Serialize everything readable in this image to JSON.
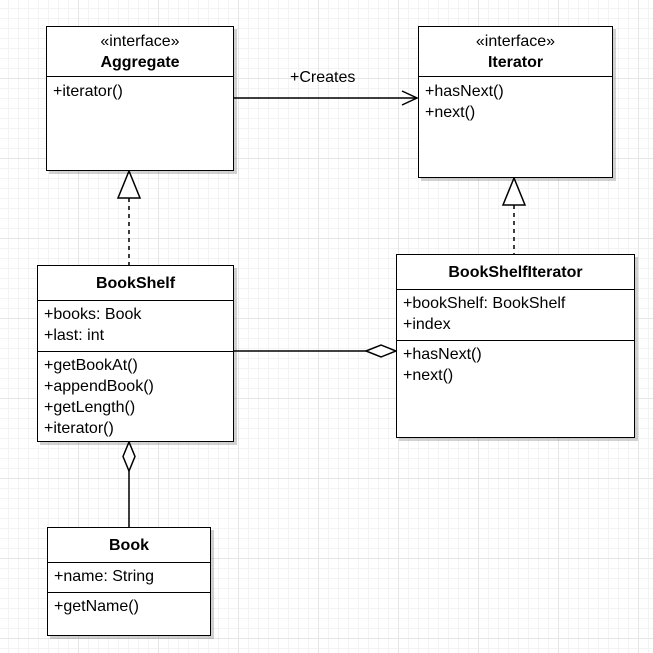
{
  "classes": {
    "aggregate": {
      "stereotype": "«interface»",
      "name": "Aggregate",
      "attributes": [],
      "operations": [
        "+iterator()"
      ]
    },
    "iterator": {
      "stereotype": "«interface»",
      "name": "Iterator",
      "attributes": [],
      "operations": [
        "+hasNext()",
        "+next()"
      ]
    },
    "bookshelf": {
      "name": "BookShelf",
      "attributes": [
        "+books: Book",
        "+last: int"
      ],
      "operations": [
        "+getBookAt()",
        "+appendBook()",
        "+getLength()",
        "+iterator()"
      ]
    },
    "bookshelf_iterator": {
      "name": "BookShelfIterator",
      "attributes": [
        "+bookShelf: BookShelf",
        "+index"
      ],
      "operations": [
        "+hasNext()",
        "+next()"
      ]
    },
    "book": {
      "name": "Book",
      "attributes": [
        "+name: String"
      ],
      "operations": [
        "+getName()"
      ]
    }
  },
  "relations": {
    "creates": {
      "label": "+Creates"
    }
  }
}
